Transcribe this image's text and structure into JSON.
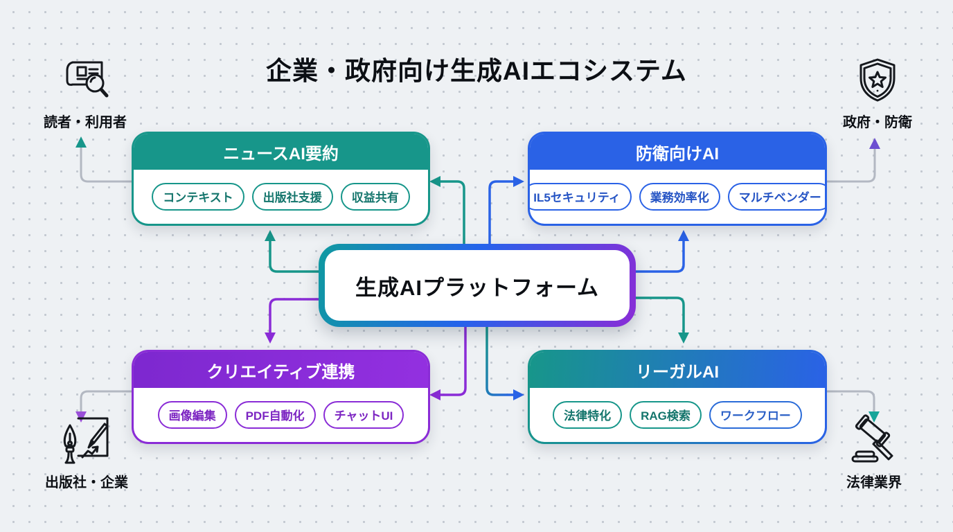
{
  "title": "企業・政府向け生成AIエコシステム",
  "center": {
    "label": "生成AIプラットフォーム"
  },
  "boxes": {
    "news": {
      "title": "ニュースAI要約",
      "tags": [
        "コンテキスト",
        "出版社支援",
        "収益共有"
      ],
      "color": "#17968a"
    },
    "defense": {
      "title": "防衛向けAI",
      "tags": [
        "IL5セキュリティ",
        "業務効率化",
        "マルチベンダー"
      ],
      "color": "#2a62e6"
    },
    "creative": {
      "title": "クリエイティブ連携",
      "tags": [
        "画像編集",
        "PDF自動化",
        "チャットUI"
      ],
      "color": "#8a2cd6"
    },
    "legal": {
      "title": "リーガルAI",
      "tags": [
        "法律特化",
        "RAG検索",
        "ワークフロー"
      ],
      "color_from": "#17968a",
      "color_to": "#2a62e6"
    }
  },
  "corners": {
    "top_left": {
      "label": "読者・利用者",
      "icon": "newspaper-magnifier-icon"
    },
    "top_right": {
      "label": "政府・防衛",
      "icon": "shield-star-icon"
    },
    "bottom_left": {
      "label": "出版社・企業",
      "icon": "pen-document-icon"
    },
    "bottom_right": {
      "label": "法律業界",
      "icon": "gavel-icon"
    }
  },
  "colors": {
    "teal": "#17968a",
    "blue": "#2a62e6",
    "purple": "#8a2cd6",
    "gray_connector": "#b3b8c2",
    "background": "#eef1f4",
    "dot": "#c2c8d0"
  }
}
